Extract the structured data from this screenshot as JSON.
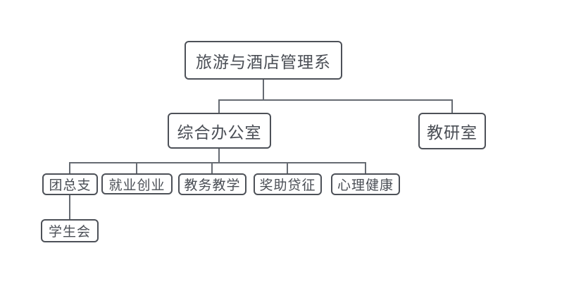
{
  "diagram": {
    "type": "org-chart",
    "colors": {
      "node_border": "#4d5158",
      "node_text": "#4a4e55",
      "connector": "#666b72",
      "background": "#ffffff"
    },
    "nodes": {
      "root": {
        "label": "旅游与酒店管理系",
        "level": 1
      },
      "general_office": {
        "label": "综合办公室",
        "level": 2
      },
      "teaching_research_office": {
        "label": "教研室",
        "level": 2
      },
      "league_branch": {
        "label": "团总支",
        "level": 3
      },
      "employment": {
        "label": "就业创业",
        "level": 3
      },
      "academic_affairs": {
        "label": "教务教学",
        "level": 3
      },
      "financial_aid": {
        "label": "奖助贷征",
        "level": 3
      },
      "mental_health": {
        "label": "心理健康",
        "level": 3
      },
      "student_union": {
        "label": "学生会",
        "level": 4
      }
    },
    "edges": [
      {
        "from": "root",
        "to": "general_office"
      },
      {
        "from": "root",
        "to": "teaching_research_office"
      },
      {
        "from": "general_office",
        "to": "league_branch"
      },
      {
        "from": "general_office",
        "to": "employment"
      },
      {
        "from": "general_office",
        "to": "academic_affairs"
      },
      {
        "from": "general_office",
        "to": "financial_aid"
      },
      {
        "from": "general_office",
        "to": "mental_health"
      },
      {
        "from": "league_branch",
        "to": "student_union"
      }
    ]
  }
}
